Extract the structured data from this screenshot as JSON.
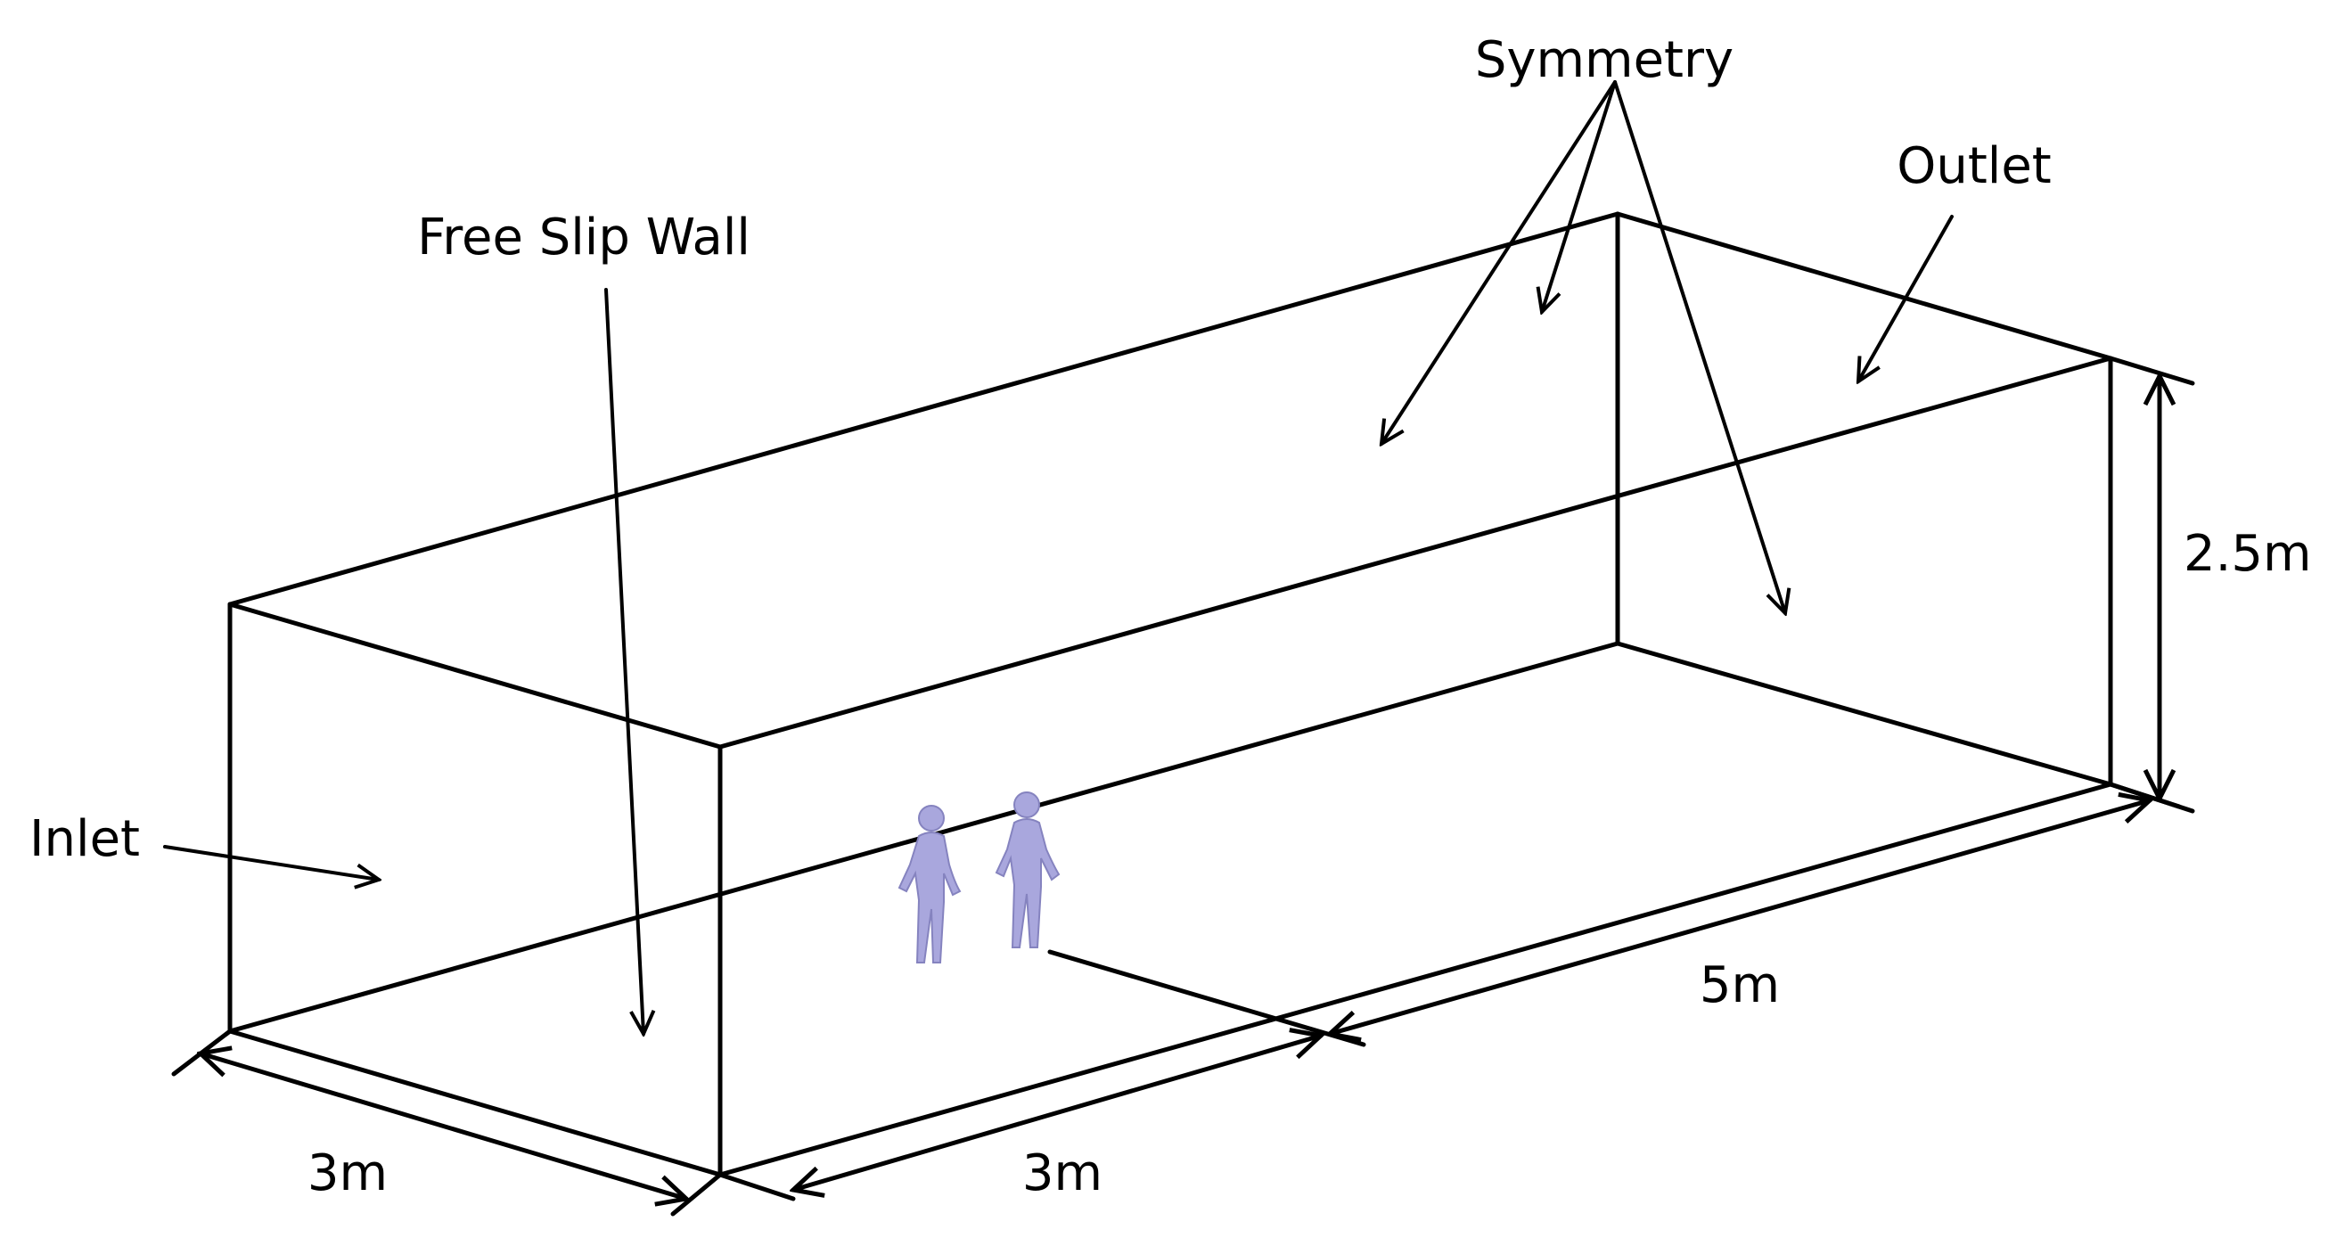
{
  "labels": {
    "symmetry": "Symmetry",
    "outlet": "Outlet",
    "free_slip_wall": "Free Slip Wall",
    "inlet": "Inlet"
  },
  "dimensions": {
    "height": "2.5m",
    "length": "5m",
    "width": "3m",
    "distance": "3m"
  },
  "colors": {
    "figure": "#a9a7dd",
    "lines": "#000000"
  }
}
